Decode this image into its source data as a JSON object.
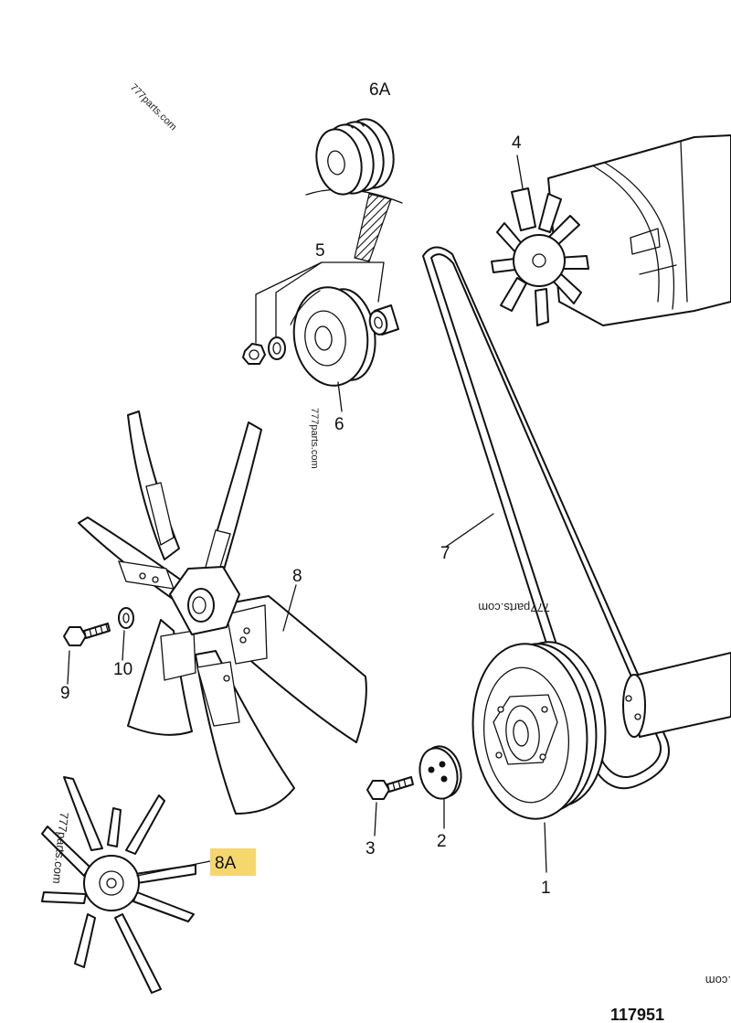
{
  "callouts": {
    "c6a": "6A",
    "c4": "4",
    "c5": "5",
    "c6": "6",
    "c7": "7",
    "c8": "8",
    "c8a": "8A",
    "c9": "9",
    "c10": "10",
    "c1": "1",
    "c2": "2",
    "c3": "3"
  },
  "watermarks": {
    "wm1": "777parts.com",
    "wm2": "777parts.com",
    "wm3": "777parts.com",
    "wm4": "777parts.com",
    "wm5": ".com"
  },
  "drawing_number": "117951",
  "colors": {
    "highlight": "#f5d76e",
    "ink": "#111111"
  }
}
